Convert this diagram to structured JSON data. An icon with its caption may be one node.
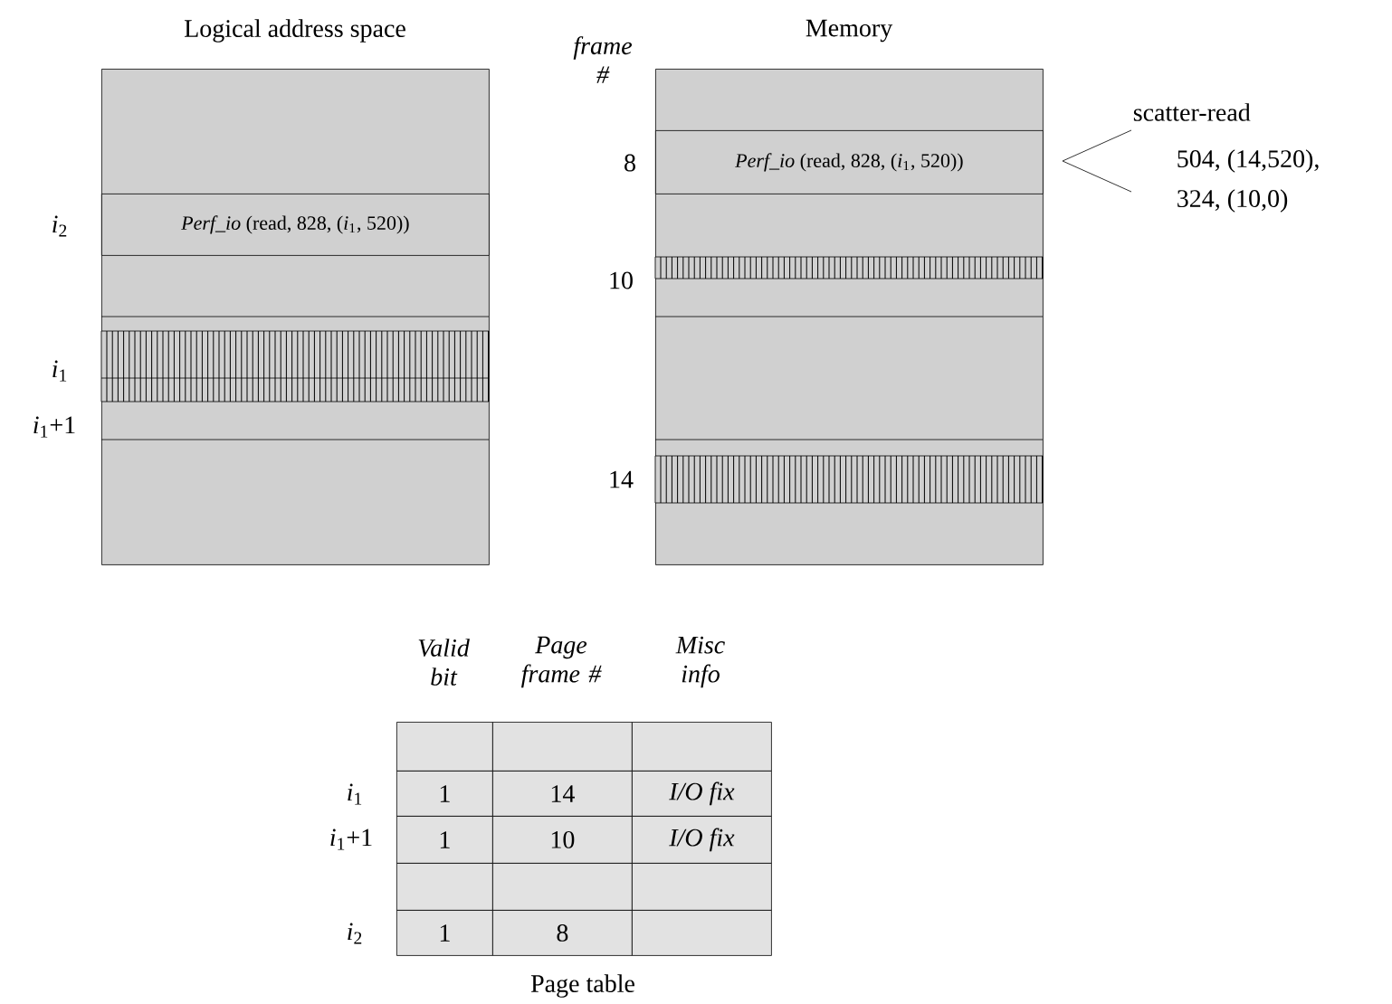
{
  "diagram": {
    "nodes": [
      {
        "text": [
          "Logical address space"
        ]
      },
      {
        "text": [
          "*Perf_io* (read, 828, (*i*$_{1}$, 520))"
        ],
        "in": 0
      },
      {
        "text": [
          "Memory"
        ]
      },
      {
        "text": [
          "*Perf_io* (read, 828, (*i*$_{1}$, 520))"
        ],
        "in": 2
      }
    ],
    "labels": [
      "*i*$_{2}$",
      "*i*$_{1}$",
      "*i*$_{1}$+1",
      "frame #",
      "scatter-read",
      "8",
      "504, (14,520),",
      "324, (10,0)",
      "10",
      "14",
      "Valid bit",
      "Page frame #",
      "Misc info",
      "*i*$_{1}$",
      "1",
      "14",
      "I/O fix",
      "*i*$_{1}$+1",
      "1",
      "10",
      "I/O fix",
      "*i*$_{2}$",
      "1",
      "8",
      "Page table"
    ]
  }
}
